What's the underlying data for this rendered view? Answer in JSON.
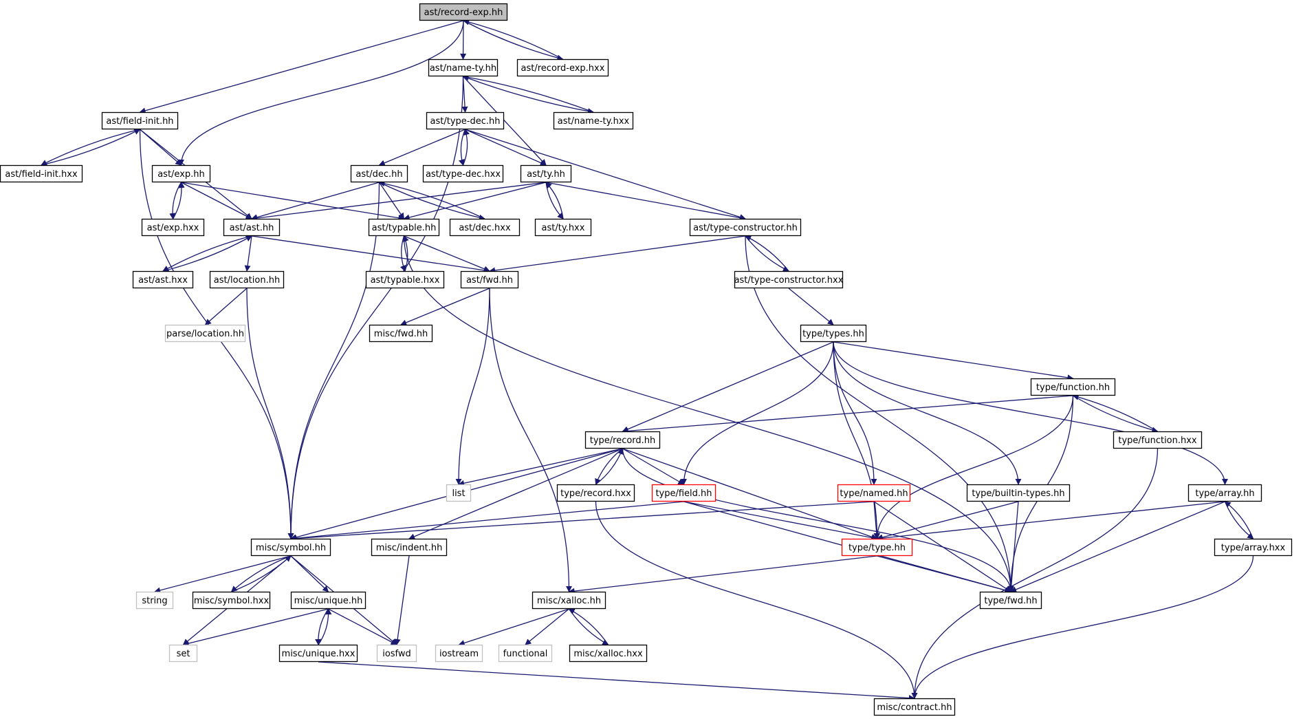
{
  "colors": {
    "edge": "#191970",
    "node_border": "#000000",
    "external_border": "#bfbfbf",
    "missing_border": "#ff0000",
    "root_fill": "#bfbfbf",
    "node_fill": "#ffffff",
    "label": "#000000"
  },
  "nodes": [
    {
      "id": "record_exp_hh",
      "label": "ast/record-exp.hh",
      "kind": "root"
    },
    {
      "id": "name_ty_hh",
      "label": "ast/name-ty.hh",
      "kind": "normal"
    },
    {
      "id": "record_exp_hxx",
      "label": "ast/record-exp.hxx",
      "kind": "normal"
    },
    {
      "id": "field_init_hh",
      "label": "ast/field-init.hh",
      "kind": "normal"
    },
    {
      "id": "name_ty_hxx",
      "label": "ast/name-ty.hxx",
      "kind": "normal"
    },
    {
      "id": "type_dec_hh",
      "label": "ast/type-dec.hh",
      "kind": "normal"
    },
    {
      "id": "field_init_hxx",
      "label": "ast/field-init.hxx",
      "kind": "normal"
    },
    {
      "id": "exp_hh",
      "label": "ast/exp.hh",
      "kind": "normal"
    },
    {
      "id": "dec_hh",
      "label": "ast/dec.hh",
      "kind": "normal"
    },
    {
      "id": "type_dec_hxx",
      "label": "ast/type-dec.hxx",
      "kind": "normal"
    },
    {
      "id": "ty_hh",
      "label": "ast/ty.hh",
      "kind": "normal"
    },
    {
      "id": "exp_hxx",
      "label": "ast/exp.hxx",
      "kind": "normal"
    },
    {
      "id": "ast_hh",
      "label": "ast/ast.hh",
      "kind": "normal"
    },
    {
      "id": "typable_hh",
      "label": "ast/typable.hh",
      "kind": "normal"
    },
    {
      "id": "dec_hxx",
      "label": "ast/dec.hxx",
      "kind": "normal"
    },
    {
      "id": "ty_hxx",
      "label": "ast/ty.hxx",
      "kind": "normal"
    },
    {
      "id": "type_constructor_hh",
      "label": "ast/type-constructor.hh",
      "kind": "normal"
    },
    {
      "id": "ast_hxx",
      "label": "ast/ast.hxx",
      "kind": "normal"
    },
    {
      "id": "location_hh",
      "label": "ast/location.hh",
      "kind": "normal"
    },
    {
      "id": "typable_hxx",
      "label": "ast/typable.hxx",
      "kind": "normal"
    },
    {
      "id": "fwd_hh",
      "label": "ast/fwd.hh",
      "kind": "normal"
    },
    {
      "id": "type_constructor_hxx",
      "label": "ast/type-constructor.hxx",
      "kind": "normal"
    },
    {
      "id": "parse_location_hh",
      "label": "parse/location.hh",
      "kind": "external"
    },
    {
      "id": "misc_fwd_hh",
      "label": "misc/fwd.hh",
      "kind": "normal"
    },
    {
      "id": "types_hh",
      "label": "type/types.hh",
      "kind": "normal"
    },
    {
      "id": "function_hh",
      "label": "type/function.hh",
      "kind": "normal"
    },
    {
      "id": "record_hh",
      "label": "type/record.hh",
      "kind": "normal"
    },
    {
      "id": "function_hxx",
      "label": "type/function.hxx",
      "kind": "normal"
    },
    {
      "id": "list",
      "label": "list",
      "kind": "external"
    },
    {
      "id": "record_hxx",
      "label": "type/record.hxx",
      "kind": "normal"
    },
    {
      "id": "field_hh",
      "label": "type/field.hh",
      "kind": "missing"
    },
    {
      "id": "named_hh",
      "label": "type/named.hh",
      "kind": "missing"
    },
    {
      "id": "builtin_types_hh",
      "label": "type/builtin-types.hh",
      "kind": "normal"
    },
    {
      "id": "array_hh",
      "label": "type/array.hh",
      "kind": "normal"
    },
    {
      "id": "symbol_hh",
      "label": "misc/symbol.hh",
      "kind": "normal"
    },
    {
      "id": "indent_hh",
      "label": "misc/indent.hh",
      "kind": "normal"
    },
    {
      "id": "type_hh",
      "label": "type/type.hh",
      "kind": "missing"
    },
    {
      "id": "array_hxx",
      "label": "type/array.hxx",
      "kind": "normal"
    },
    {
      "id": "string",
      "label": "string",
      "kind": "external"
    },
    {
      "id": "symbol_hxx",
      "label": "misc/symbol.hxx",
      "kind": "normal"
    },
    {
      "id": "unique_hh",
      "label": "misc/unique.hh",
      "kind": "normal"
    },
    {
      "id": "xalloc_hh",
      "label": "misc/xalloc.hh",
      "kind": "normal"
    },
    {
      "id": "type_fwd_hh",
      "label": "type/fwd.hh",
      "kind": "normal"
    },
    {
      "id": "set",
      "label": "set",
      "kind": "external"
    },
    {
      "id": "unique_hxx",
      "label": "misc/unique.hxx",
      "kind": "normal"
    },
    {
      "id": "iosfwd",
      "label": "iosfwd",
      "kind": "external"
    },
    {
      "id": "iostream",
      "label": "iostream",
      "kind": "external"
    },
    {
      "id": "functional",
      "label": "functional",
      "kind": "external"
    },
    {
      "id": "xalloc_hxx",
      "label": "misc/xalloc.hxx",
      "kind": "normal"
    },
    {
      "id": "contract_hh",
      "label": "misc/contract.hh",
      "kind": "normal"
    }
  ],
  "edges": [
    [
      "record_exp_hh",
      "name_ty_hh"
    ],
    [
      "record_exp_hh",
      "record_exp_hxx"
    ],
    [
      "record_exp_hh",
      "field_init_hh"
    ],
    [
      "record_exp_hh",
      "exp_hh"
    ],
    [
      "record_exp_hxx",
      "record_exp_hh"
    ],
    [
      "name_ty_hh",
      "type_dec_hh"
    ],
    [
      "name_ty_hh",
      "ty_hh"
    ],
    [
      "name_ty_hh",
      "name_ty_hxx"
    ],
    [
      "name_ty_hh",
      "symbol_hh"
    ],
    [
      "name_ty_hxx",
      "name_ty_hh"
    ],
    [
      "field_init_hh",
      "field_init_hxx"
    ],
    [
      "field_init_hh",
      "exp_hh"
    ],
    [
      "field_init_hh",
      "ast_hh"
    ],
    [
      "field_init_hh",
      "symbol_hh"
    ],
    [
      "field_init_hxx",
      "field_init_hh"
    ],
    [
      "type_dec_hh",
      "dec_hh"
    ],
    [
      "type_dec_hh",
      "type_dec_hxx"
    ],
    [
      "type_dec_hh",
      "ty_hh"
    ],
    [
      "type_dec_hh",
      "type_constructor_hh"
    ],
    [
      "type_dec_hxx",
      "type_dec_hh"
    ],
    [
      "exp_hh",
      "exp_hxx"
    ],
    [
      "exp_hh",
      "ast_hh"
    ],
    [
      "exp_hh",
      "typable_hh"
    ],
    [
      "exp_hxx",
      "exp_hh"
    ],
    [
      "dec_hh",
      "ast_hh"
    ],
    [
      "dec_hh",
      "typable_hh"
    ],
    [
      "dec_hh",
      "dec_hxx"
    ],
    [
      "dec_hh",
      "symbol_hh"
    ],
    [
      "dec_hxx",
      "dec_hh"
    ],
    [
      "ty_hh",
      "ast_hh"
    ],
    [
      "ty_hh",
      "typable_hh"
    ],
    [
      "ty_hh",
      "ty_hxx"
    ],
    [
      "ty_hh",
      "type_constructor_hh"
    ],
    [
      "ty_hxx",
      "ty_hh"
    ],
    [
      "ast_hh",
      "ast_hxx"
    ],
    [
      "ast_hh",
      "location_hh"
    ],
    [
      "ast_hh",
      "fwd_hh"
    ],
    [
      "ast_hxx",
      "ast_hh"
    ],
    [
      "location_hh",
      "parse_location_hh"
    ],
    [
      "location_hh",
      "symbol_hh"
    ],
    [
      "typable_hh",
      "typable_hxx"
    ],
    [
      "typable_hh",
      "fwd_hh"
    ],
    [
      "typable_hh",
      "type_fwd_hh"
    ],
    [
      "typable_hxx",
      "typable_hh"
    ],
    [
      "type_constructor_hh",
      "fwd_hh"
    ],
    [
      "type_constructor_hh",
      "type_constructor_hxx"
    ],
    [
      "type_constructor_hh",
      "type_fwd_hh"
    ],
    [
      "type_constructor_hxx",
      "type_constructor_hh"
    ],
    [
      "type_constructor_hxx",
      "types_hh"
    ],
    [
      "fwd_hh",
      "misc_fwd_hh"
    ],
    [
      "fwd_hh",
      "list"
    ],
    [
      "fwd_hh",
      "xalloc_hh"
    ],
    [
      "types_hh",
      "function_hh"
    ],
    [
      "types_hh",
      "record_hh"
    ],
    [
      "types_hh",
      "array_hh"
    ],
    [
      "types_hh",
      "field_hh"
    ],
    [
      "types_hh",
      "named_hh"
    ],
    [
      "types_hh",
      "builtin_types_hh"
    ],
    [
      "types_hh",
      "type_hh"
    ],
    [
      "function_hh",
      "record_hh"
    ],
    [
      "function_hh",
      "function_hxx"
    ],
    [
      "function_hh",
      "type_hh"
    ],
    [
      "function_hh",
      "type_fwd_hh"
    ],
    [
      "function_hxx",
      "function_hh"
    ],
    [
      "function_hxx",
      "contract_hh"
    ],
    [
      "record_hh",
      "list"
    ],
    [
      "record_hh",
      "record_hxx"
    ],
    [
      "record_hh",
      "field_hh"
    ],
    [
      "record_hh",
      "symbol_hh"
    ],
    [
      "record_hh",
      "indent_hh"
    ],
    [
      "record_hh",
      "type_hh"
    ],
    [
      "record_hh",
      "type_fwd_hh"
    ],
    [
      "record_hxx",
      "record_hh"
    ],
    [
      "record_hxx",
      "contract_hh"
    ],
    [
      "field_hh",
      "symbol_hh"
    ],
    [
      "field_hh",
      "type_hh"
    ],
    [
      "field_hh",
      "type_fwd_hh"
    ],
    [
      "named_hh",
      "symbol_hh"
    ],
    [
      "named_hh",
      "type_hh"
    ],
    [
      "named_hh",
      "type_fwd_hh"
    ],
    [
      "builtin_types_hh",
      "type_hh"
    ],
    [
      "builtin_types_hh",
      "type_fwd_hh"
    ],
    [
      "array_hh",
      "type_hh"
    ],
    [
      "array_hh",
      "array_hxx"
    ],
    [
      "array_hh",
      "type_fwd_hh"
    ],
    [
      "array_hxx",
      "array_hh"
    ],
    [
      "array_hxx",
      "contract_hh"
    ],
    [
      "type_hh",
      "xalloc_hh"
    ],
    [
      "type_hh",
      "type_fwd_hh"
    ],
    [
      "symbol_hh",
      "string"
    ],
    [
      "symbol_hh",
      "symbol_hxx"
    ],
    [
      "symbol_hh",
      "unique_hh"
    ],
    [
      "symbol_hh",
      "set"
    ],
    [
      "symbol_hh",
      "iosfwd"
    ],
    [
      "symbol_hxx",
      "symbol_hh"
    ],
    [
      "unique_hh",
      "set"
    ],
    [
      "unique_hh",
      "unique_hxx"
    ],
    [
      "unique_hh",
      "iosfwd"
    ],
    [
      "unique_hxx",
      "unique_hh"
    ],
    [
      "unique_hxx",
      "contract_hh"
    ],
    [
      "indent_hh",
      "iosfwd"
    ],
    [
      "xalloc_hh",
      "iostream"
    ],
    [
      "xalloc_hh",
      "functional"
    ],
    [
      "xalloc_hh",
      "xalloc_hxx"
    ],
    [
      "xalloc_hxx",
      "xalloc_hh"
    ]
  ]
}
